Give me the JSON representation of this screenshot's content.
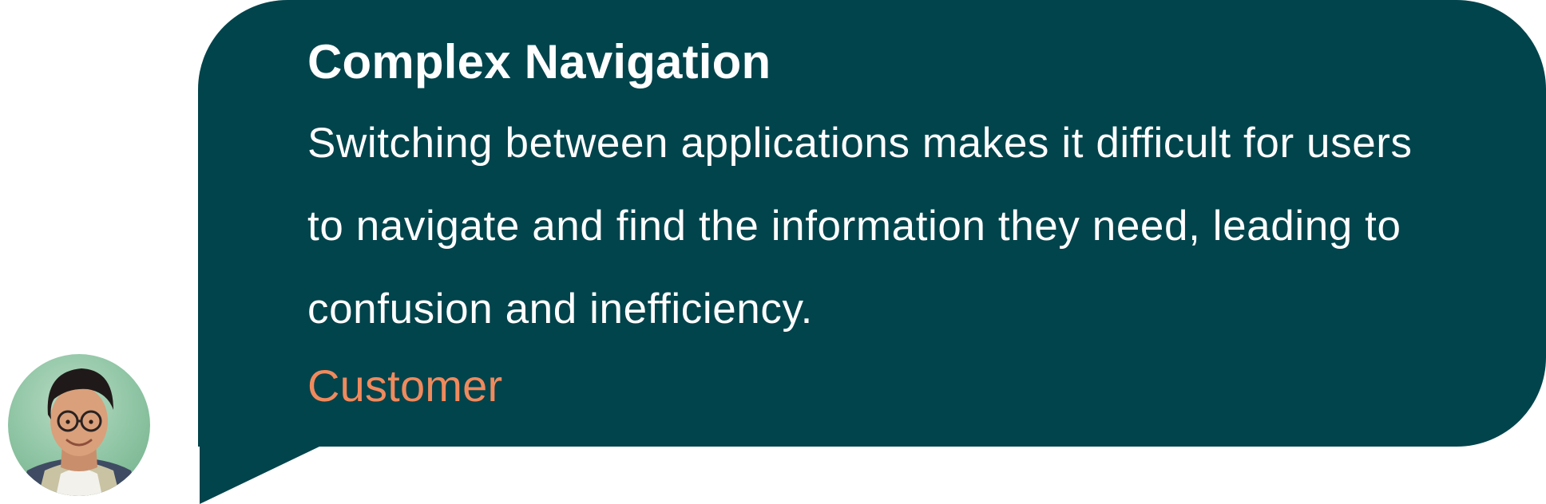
{
  "testimonial": {
    "title": "Complex Navigation",
    "body": "Switching between applications makes it difficult for users to navigate and find the information they need, leading to confusion and inefficiency.",
    "role": "Customer"
  },
  "colors": {
    "bubble": "#02444c",
    "accent": "#f08a5d",
    "text": "#ffffff"
  },
  "icons": {
    "avatar": "person-photo-icon"
  }
}
